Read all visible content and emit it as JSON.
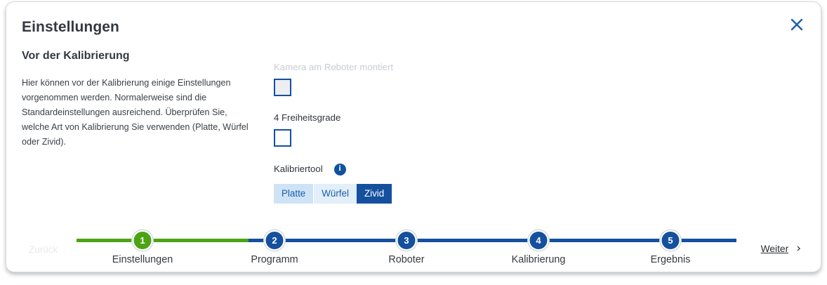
{
  "dialog": {
    "title": "Einstellungen",
    "section_title": "Vor der Kalibrierung",
    "intro_text": "Hier können vor der Kalibrierung einige Einstellungen vorgenommen werden. Normalerweise sind die Standardeinstellungen ausreichend. Überprüfen Sie, welche Art von Kalibrierung Sie verwenden (Platte, Würfel oder Zivid).",
    "close_icon": "close-icon"
  },
  "settings": {
    "camera_mounted": {
      "label": "Kamera am Roboter montiert",
      "checked": false,
      "disabled": true
    },
    "four_dof": {
      "label": "4 Freiheitsgrade",
      "checked": false,
      "disabled": false
    },
    "calibration_tool": {
      "label": "Kalibriertool",
      "info_icon": "info-icon",
      "info_glyph": "i",
      "options": [
        "Platte",
        "Würfel",
        "Zivid"
      ],
      "selected": "Zivid"
    }
  },
  "footer": {
    "back_label": "Zurück",
    "next_label": "Weiter",
    "next_icon": "chevron-right-icon",
    "next_glyph": "›",
    "steps": [
      {
        "number": "1",
        "label": "Einstellungen"
      },
      {
        "number": "2",
        "label": "Programm"
      },
      {
        "number": "3",
        "label": "Roboter"
      },
      {
        "number": "4",
        "label": "Kalibrierung"
      },
      {
        "number": "5",
        "label": "Ergebnis"
      }
    ],
    "current_step": 1
  },
  "colors": {
    "brand_blue": "#14509e",
    "active_green": "#4ca314",
    "segment_tint": "#e2eef9",
    "segment_tint_strong": "#cfe3f6",
    "text_dark": "#34393f",
    "disabled_text": "#c7ccd3"
  }
}
